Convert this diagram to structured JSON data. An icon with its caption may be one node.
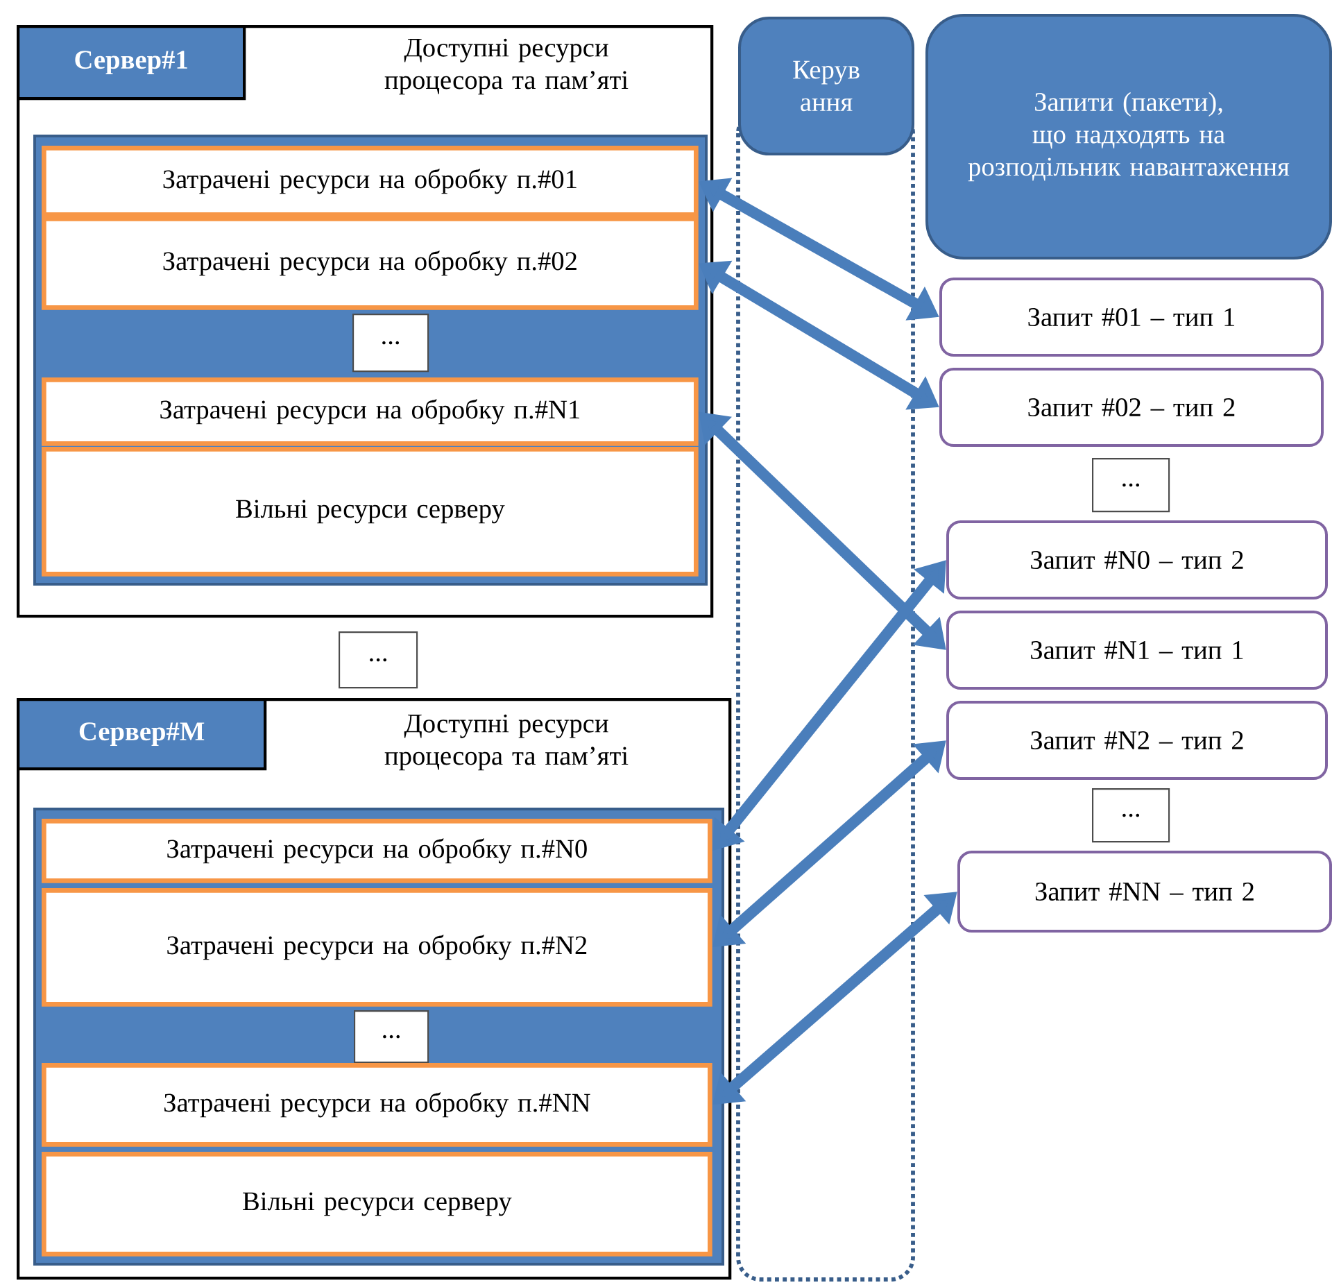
{
  "diagram": {
    "nodes": [
      {
        "text": [
          "Доступні ресурси процесора та пам’яті"
        ]
      },
      {
        "text": [
          "Сервер#1"
        ],
        "in": 0
      },
      {
        "text": [],
        "shape": "box",
        "in": 0
      },
      {
        "text": [
          "Затрачені ресурси на обробку п.#01"
        ],
        "in": 2
      },
      {
        "text": [
          "Затрачені ресурси на обробку п.#02"
        ],
        "in": 2
      },
      {
        "text": [
          "..."
        ],
        "in": 2
      },
      {
        "text": [
          "Затрачені ресурси на обробку п.#N1"
        ],
        "in": 2
      },
      {
        "text": [
          "Вільні ресурси серверу"
        ],
        "in": 2
      },
      {
        "text": [
          "..."
        ]
      },
      {
        "text": [
          "Доступні ресурси процесора та пам’яті"
        ]
      },
      {
        "text": [
          "Сервер#M"
        ],
        "in": 9
      },
      {
        "text": [],
        "shape": "box",
        "in": 9
      },
      {
        "text": [
          "Затрачені ресурси на обробку п.#N0"
        ],
        "in": 11
      },
      {
        "text": [
          "Затрачені ресурси на обробку п.#N2"
        ],
        "in": 11
      },
      {
        "text": [
          "..."
        ],
        "in": 11
      },
      {
        "text": [
          "Затрачені ресурси на обробку п.#NN"
        ],
        "in": 11
      },
      {
        "text": [
          "Вільні ресурси серверу"
        ],
        "in": 11
      },
      {
        "text": [
          "Керув ання"
        ]
      },
      {
        "text": [
          "Запити (пакети), що надходять на розподільник навантаження"
        ]
      },
      {
        "text": [
          "Запит #01 – тип 1"
        ]
      },
      {
        "text": [
          "Запит #02 – тип 2"
        ]
      },
      {
        "text": [
          "..."
        ]
      },
      {
        "text": [
          "Запит #N0 – тип 2"
        ]
      },
      {
        "text": [
          "Запит #N1 – тип 1"
        ]
      },
      {
        "text": [
          "Запит #N2 – тип 2"
        ]
      },
      {
        "text": [
          "..."
        ]
      },
      {
        "text": [
          "Запит #NN – тип 2"
        ]
      }
    ],
    "edges": [
      {
        "from": 3,
        "to": 19,
        "arrow": "both"
      },
      {
        "from": 4,
        "to": 20,
        "arrow": "both"
      },
      {
        "from": 6,
        "to": 23,
        "arrow": "both"
      },
      {
        "from": 12,
        "to": 22,
        "arrow": "both"
      },
      {
        "from": 13,
        "to": 24,
        "arrow": "both"
      },
      {
        "from": 15,
        "to": 26,
        "arrow": "both"
      }
    ]
  }
}
